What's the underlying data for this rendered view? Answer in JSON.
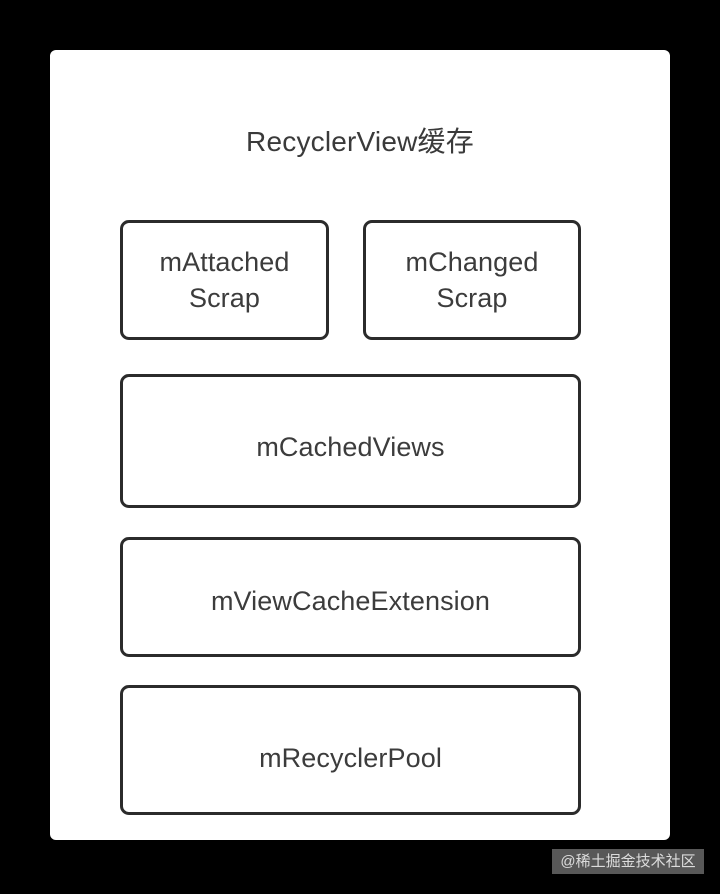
{
  "canvas": {
    "background_color": "#000000",
    "card_color": "#ffffff",
    "border_color": "#2b2b2b",
    "text_color": "#3c3c3c"
  },
  "diagram": {
    "title": "RecyclerView缓存",
    "nodes": [
      {
        "id": "attached-scrap",
        "label": "mAttached\nScrap",
        "row": 1,
        "column": 1
      },
      {
        "id": "changed-scrap",
        "label": "mChanged\nScrap",
        "row": 1,
        "column": 2
      },
      {
        "id": "cached-views",
        "label": "mCachedViews",
        "row": 2,
        "column": 1
      },
      {
        "id": "view-cache-extension",
        "label": "mViewCacheExtension",
        "row": 3,
        "column": 1
      },
      {
        "id": "recycler-pool",
        "label": "mRecyclerPool",
        "row": 4,
        "column": 1
      }
    ]
  },
  "watermark": {
    "text": "@稀土掘金技术社区"
  }
}
